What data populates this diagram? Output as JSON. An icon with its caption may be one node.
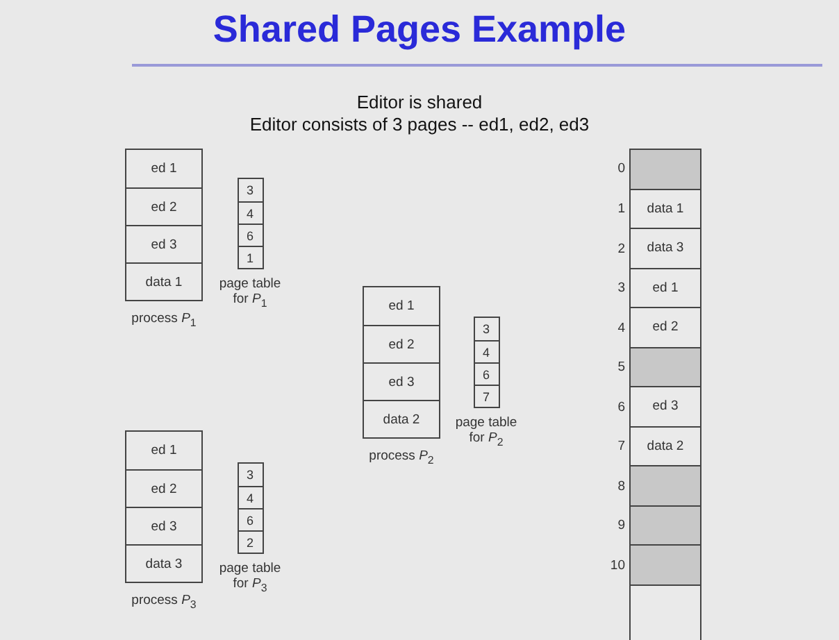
{
  "diagram": {
    "title": "Shared Pages Example",
    "nodes": [
      {
        "text": [
          "process *P*$_{1}$"
        ]
      },
      {
        "text": [
          "ed 1"
        ],
        "in": 0
      },
      {
        "text": [
          "ed 2"
        ],
        "in": 0
      },
      {
        "text": [
          "ed 3"
        ],
        "in": 0
      },
      {
        "text": [
          "data 1"
        ],
        "in": 0
      },
      {
        "text": [
          "page table for *P*$_{1}$"
        ]
      },
      {
        "text": [
          "3"
        ],
        "in": 5
      },
      {
        "text": [
          "4"
        ],
        "in": 5
      },
      {
        "text": [
          "6"
        ],
        "in": 5
      },
      {
        "text": [
          "1"
        ],
        "in": 5
      },
      {
        "text": [
          "process *P*$_{2}$"
        ]
      },
      {
        "text": [
          "ed 1"
        ],
        "in": 10
      },
      {
        "text": [
          "ed 2"
        ],
        "in": 10
      },
      {
        "text": [
          "ed 3"
        ],
        "in": 10
      },
      {
        "text": [
          "data 2"
        ],
        "in": 10
      },
      {
        "text": [
          "page table for *P*$_{2}$"
        ]
      },
      {
        "text": [
          "3"
        ],
        "in": 15
      },
      {
        "text": [
          "4"
        ],
        "in": 15
      },
      {
        "text": [
          "6"
        ],
        "in": 15
      },
      {
        "text": [
          "7"
        ],
        "in": 15
      },
      {
        "text": [
          "process *P*$_{3}$"
        ]
      },
      {
        "text": [
          "ed 1"
        ],
        "in": 20
      },
      {
        "text": [
          "ed 2"
        ],
        "in": 20
      },
      {
        "text": [
          "ed 3"
        ],
        "in": 20
      },
      {
        "text": [
          "data 3"
        ],
        "in": 20
      },
      {
        "text": [
          "page table for *P*$_{3}$"
        ]
      },
      {
        "text": [
          "3"
        ],
        "in": 25
      },
      {
        "text": [
          "4"
        ],
        "in": 25
      },
      {
        "text": [
          "6"
        ],
        "in": 25
      },
      {
        "text": [
          "2"
        ],
        "in": 25
      },
      {
        "text": [],
        "shape": "box",
        "beside": [
          "0"
        ]
      },
      {
        "text": [
          "data 1"
        ],
        "beside": [
          "1"
        ]
      },
      {
        "text": [
          "data 3"
        ],
        "beside": [
          "2"
        ]
      },
      {
        "text": [
          "ed 1"
        ],
        "beside": [
          "3"
        ]
      },
      {
        "text": [
          "ed 2"
        ],
        "beside": [
          "4"
        ]
      },
      {
        "text": [],
        "shape": "box",
        "beside": [
          "5"
        ]
      },
      {
        "text": [
          "ed 3"
        ],
        "beside": [
          "6"
        ]
      },
      {
        "text": [
          "data 2"
        ],
        "beside": [
          "7"
        ]
      },
      {
        "text": [],
        "shape": "box",
        "beside": [
          "8"
        ]
      },
      {
        "text": [],
        "shape": "box",
        "beside": [
          "9"
        ]
      },
      {
        "text": [],
        "shape": "box",
        "beside": [
          "10"
        ]
      }
    ],
    "labels": [
      "Editor is shared",
      "Editor consists of 3 pages -- ed1, ed2, ed3"
    ]
  }
}
